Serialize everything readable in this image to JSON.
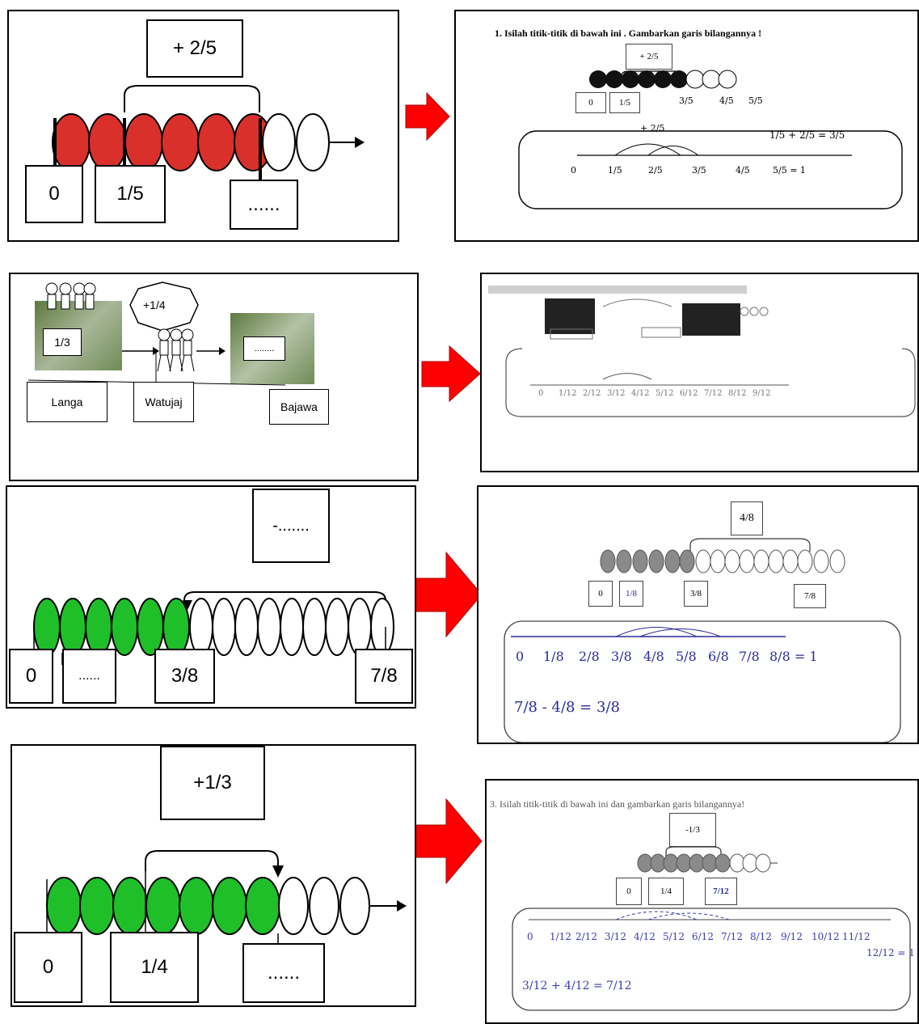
{
  "row1": {
    "left": {
      "operator": "+ 2/5",
      "labels": [
        "0",
        "1/5",
        "......"
      ]
    },
    "right": {
      "title": "1. Isilah titik-titik di bawah ini . Gambarkan garis bilangannya !",
      "operator": "+ 2/5",
      "boxes": [
        "0",
        "1/5"
      ],
      "hand_fracs": [
        "3/5",
        "4/5",
        "5/5"
      ],
      "equation": "1/5 + 2/5 = 3/5",
      "jumps": [
        "+ 2/5",
        "1/5",
        "1/5"
      ],
      "ticks": [
        "0",
        "1/5",
        "2/5",
        "3/5",
        "4/5",
        "5/5 = 1"
      ]
    }
  },
  "row2": {
    "left": {
      "operator": "+1/4",
      "fraction": "1/3",
      "blank": "........",
      "places": [
        "Langa",
        "Watujaj",
        "Bajawa"
      ]
    }
  },
  "row3": {
    "left": {
      "operator": "-.......",
      "labels": [
        "0",
        "......",
        "3/8",
        "7/8"
      ]
    },
    "right": {
      "operator": "4/8",
      "boxes": [
        "0",
        "1/8",
        "3/8",
        "7/8"
      ],
      "ticks": [
        "0",
        "1/8",
        "2/8",
        "3/8",
        "4/8",
        "5/8",
        "6/8",
        "7/8",
        "8/8 = 1"
      ],
      "equation": "7/8 - 4/8 = 3/8"
    }
  },
  "row4": {
    "left": {
      "operator": "+1/3",
      "labels": [
        "0",
        "1/4",
        "......"
      ]
    },
    "right": {
      "title": "3. Isilah titik-titik di bawah ini dan gambarkan garis bilangannya!",
      "operator": "-1/3",
      "boxes": [
        "0",
        "1/4",
        "7/12"
      ],
      "ticks": [
        "0",
        "1/12",
        "2/12",
        "3/12",
        "4/12",
        "5/12",
        "6/12",
        "7/12",
        "8/12",
        "9/12",
        "10/12",
        "11/12",
        "12/12 = 1"
      ],
      "equation": "3/12 + 4/12 = 7/12"
    }
  },
  "colors": {
    "red": "#d9302c",
    "green": "#1fbf2a",
    "arrow": "#ff0000",
    "gray": "#8a8a8a"
  }
}
